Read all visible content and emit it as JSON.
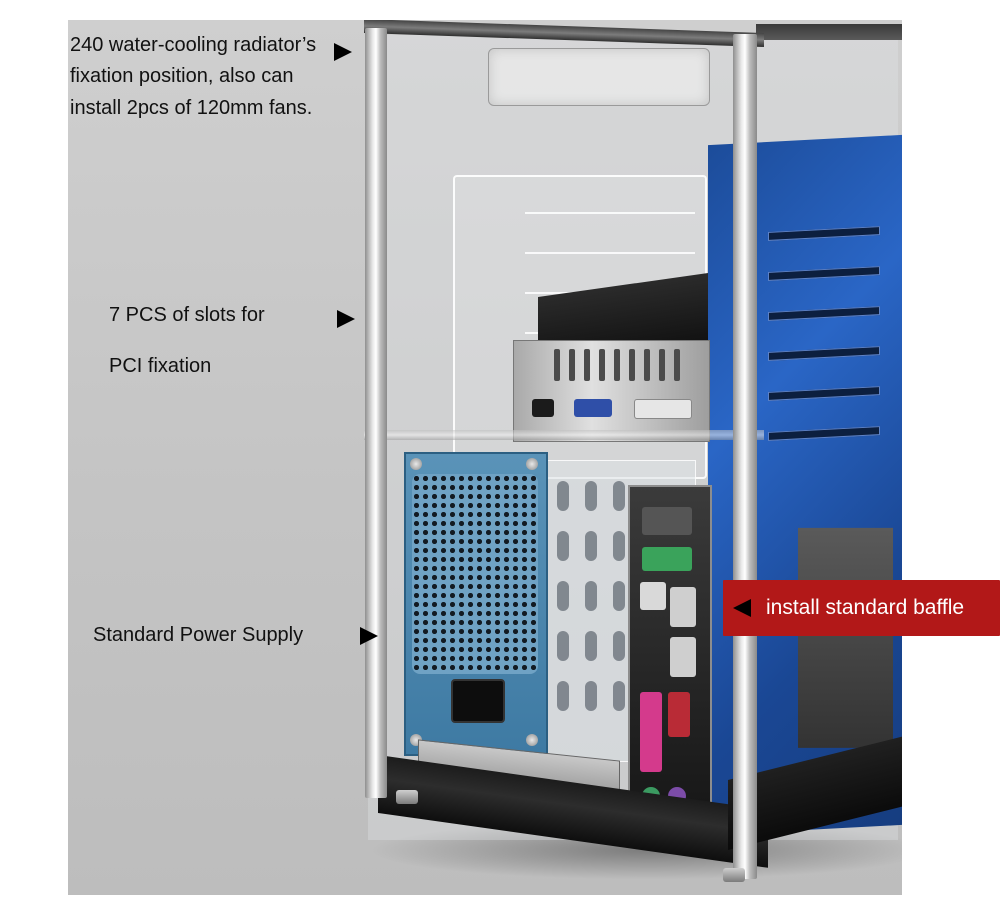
{
  "annotations": {
    "radiator": {
      "line1": "240 water-cooling radiator’s",
      "line2": "fixation position, also can",
      "line3": "install 2pcs of 120mm fans."
    },
    "pci": {
      "line1": "7 PCS of slots for",
      "line2": "PCI fixation"
    },
    "psu": {
      "text": "Standard Power Supply"
    },
    "baffle": {
      "text": "install standard baffle"
    }
  },
  "colors": {
    "callout_red": "#b21818",
    "motherboard_blue": "#2a66c6",
    "psu_blue": "#4a88b0"
  }
}
